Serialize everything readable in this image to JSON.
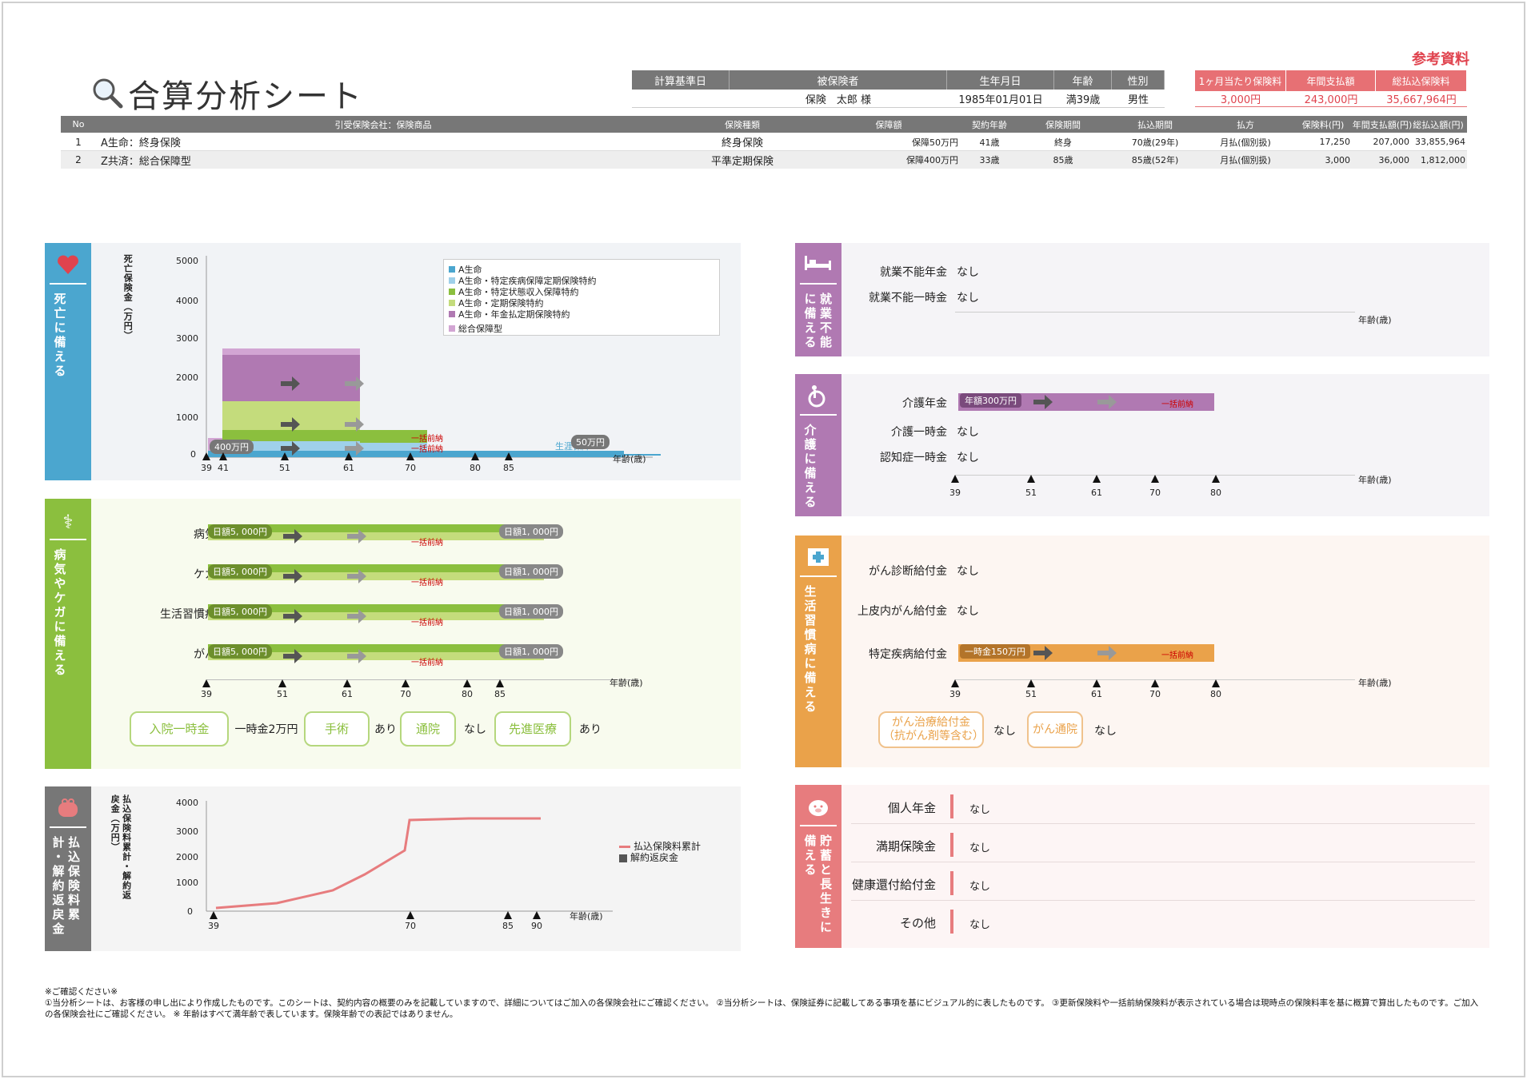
{
  "header": {
    "title": "合算分析シート",
    "ref": "参考資料"
  },
  "info": {
    "headers": [
      "計算基準日",
      "被保険者",
      "生年月日",
      "年齢",
      "性別"
    ],
    "values": [
      "",
      "保険　太郎 様",
      "1985年01月01日",
      "満39歳",
      "男性"
    ]
  },
  "summary": {
    "headers": [
      "1ヶ月当たり保険料",
      "年間支払額",
      "総払込保険料"
    ],
    "values": [
      "3,000円",
      "243,000円",
      "35,667,964円"
    ]
  },
  "table": {
    "headers": [
      "No",
      "引受保険会社：保険商品",
      "保険種類",
      "保障額",
      "契約年齢",
      "保険期間",
      "払込期間",
      "払方",
      "保険料(円)",
      "年間支払額(円)",
      "総払込額(円)"
    ],
    "rows": [
      [
        "1",
        "A生命：終身保険",
        "終身保険",
        "保障50万円",
        "41歳",
        "終身",
        "70歳(29年)",
        "月払(個別扱)",
        "17,250",
        "207,000",
        "33,855,964"
      ],
      [
        "2",
        "Z共済：総合保障型",
        "平準定期保険",
        "保障400万円",
        "33歳",
        "85歳",
        "85歳(52年)",
        "月払(個別扱)",
        "3,000",
        "36,000",
        "1,812,000"
      ]
    ]
  },
  "death": {
    "side": "死亡に備える",
    "ylabel": "死亡保険金（万円）",
    "yticks": [
      "5000",
      "4000",
      "3000",
      "2000",
      "1000",
      "0"
    ],
    "legend": [
      "A生命",
      "A生命・特定疾病保障定期保険特約",
      "A生命・特定状態収入保障特約",
      "A生命・定期保険特約",
      "A生命・年金払定期保険特約",
      "総合保障型"
    ],
    "xticks": [
      "39",
      "41",
      "51",
      "61",
      "70",
      "80",
      "85"
    ],
    "xlabel": "年齢(歳)",
    "tags": [
      "400万円",
      "50万円"
    ],
    "lumps": [
      "一括前納",
      "一括前納"
    ],
    "lifetime": "生涯保障"
  },
  "illness": {
    "side": "病気やケガに備える",
    "rows": [
      "病気入院",
      "ケガ入院",
      "生活習慣病入院",
      "がん入院"
    ],
    "left_tag": "日額5, 000円",
    "right_tag": "日額1, 000円",
    "lump": "一括前納",
    "xticks": [
      "39",
      "51",
      "61",
      "70",
      "80",
      "85"
    ],
    "xlabel": "年齢(歳)",
    "extras": [
      {
        "label": "入院一時金",
        "value": "一時金2万円"
      },
      {
        "label": "手術",
        "value": "あり"
      },
      {
        "label": "通院",
        "value": "なし"
      },
      {
        "label": "先進医療",
        "value": "あり"
      }
    ]
  },
  "savings": {
    "side": "払込保険料累計・解約返戻金",
    "ylabel": "払込保険料累計・解約返戻金（万円）",
    "yticks": [
      "4000",
      "3000",
      "2000",
      "1000",
      "0"
    ],
    "xticks": [
      "39",
      "70",
      "85",
      "90"
    ],
    "xlabel": "年齢(歳)",
    "legend": [
      "払込保険料累計",
      "解約返戻金"
    ]
  },
  "disability": {
    "side": "就業不能に備える",
    "rows": [
      {
        "label": "就業不能年金",
        "value": "なし"
      },
      {
        "label": "就業不能一時金",
        "value": "なし"
      }
    ],
    "xlabel": "年齢(歳)"
  },
  "care": {
    "side": "介護に備える",
    "rows": [
      {
        "label": "介護年金",
        "value": ""
      },
      {
        "label": "介護一時金",
        "value": "なし"
      },
      {
        "label": "認知症一時金",
        "value": "なし"
      }
    ],
    "bar_tag": "年額300万円",
    "lump": "一括前納",
    "xticks": [
      "39",
      "51",
      "61",
      "70",
      "80"
    ],
    "xlabel": "年齢(歳)"
  },
  "lifestyle": {
    "side": "生活習慣病に備える",
    "rows": [
      {
        "label": "がん診断給付金",
        "value": "なし"
      },
      {
        "label": "上皮内がん給付金",
        "value": "なし"
      },
      {
        "label": "特定疾病給付金",
        "value": ""
      }
    ],
    "bar_tag": "一時金150万円",
    "lump": "一括前納",
    "xticks": [
      "39",
      "51",
      "61",
      "70",
      "80"
    ],
    "xlabel": "年齢(歳)",
    "extras": [
      {
        "label": "がん治療給付金（抗がん剤等含む）",
        "value": "なし"
      },
      {
        "label": "がん通院",
        "value": "なし"
      }
    ]
  },
  "longevity": {
    "side": "貯蓄と長生きに備える",
    "rows": [
      {
        "label": "個人年金",
        "value": "なし"
      },
      {
        "label": "満期保険金",
        "value": "なし"
      },
      {
        "label": "健康還付給付金",
        "value": "なし"
      },
      {
        "label": "その他",
        "value": "なし"
      }
    ]
  },
  "footer": {
    "line1": "※ご確認ください※",
    "line2": "①当分析シートは、お客様の申し出により作成したものです。このシートは、契約内容の概要のみを記載していますので、詳細についてはご加入の各保険会社にご確認ください。 ②当分析シートは、保険証券に記載してある事項を基にビジュアル的に表したものです。 ③更新保険料や一括前納保険料が表示されている場合は現時点の保険料率を基に概算で算出したものです。ご加入の各保険会社にご確認ください。 ※ 年齢はすべて満年齢で表しています。保険年齢での表記ではありません。"
  },
  "colors": {
    "blue": "#4ba6cf",
    "green": "#8bbf3e",
    "purple": "#b079b2",
    "orange": "#eaa24a",
    "pink": "#e77c7e",
    "grey": "#777777"
  }
}
